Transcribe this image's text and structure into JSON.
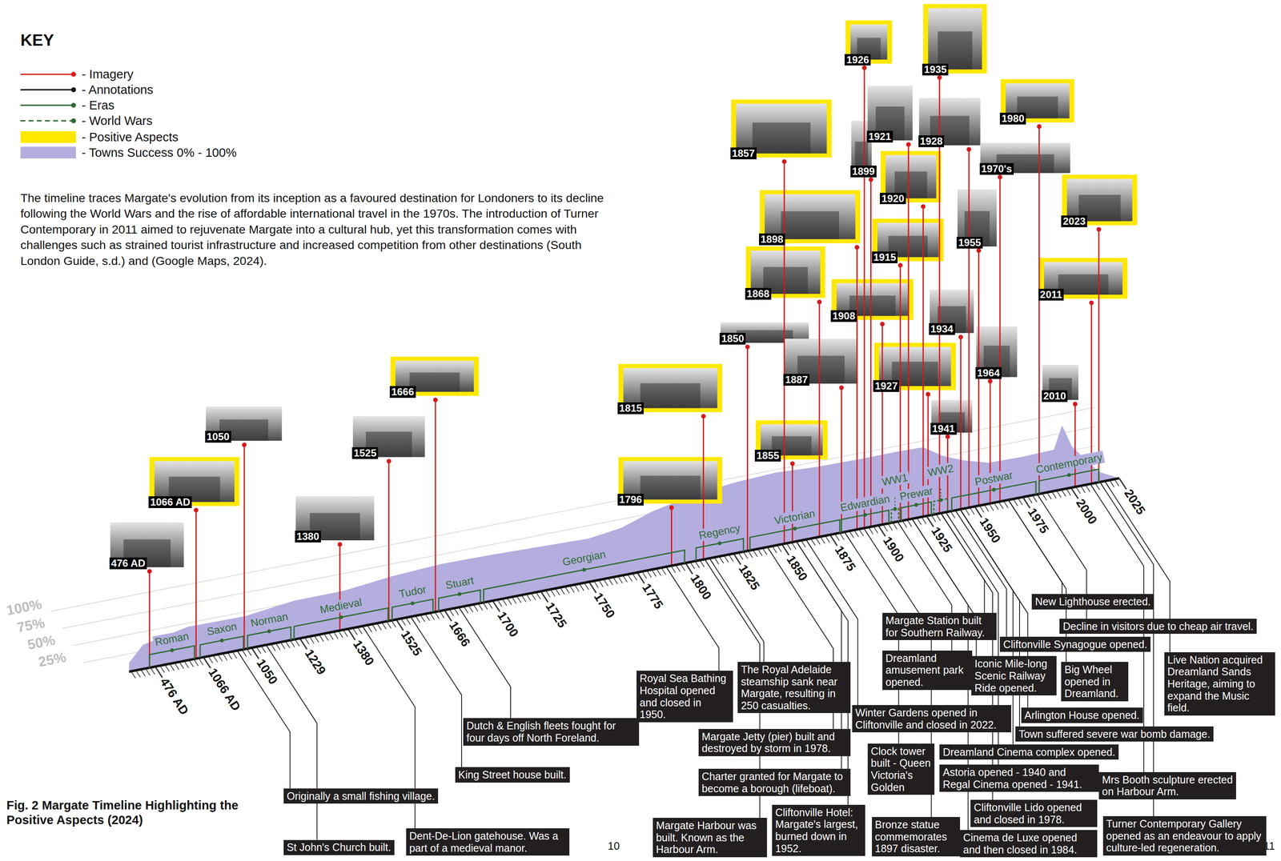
{
  "diagram": {
    "caption": "Fig. 2 Margate Timeline Highlighting the Positive Aspects (2024)",
    "nodes": [
      {
        "text": [
          "Originally a small fishing village."
        ]
      },
      {
        "text": [
          "St John's Church built."
        ]
      },
      {
        "text": [
          "Dent-De-Lion gatehouse. Was a part of a medieval manor."
        ]
      },
      {
        "text": [
          "King Street house built."
        ]
      },
      {
        "text": [
          "Dutch & English fleets fought for four days off North Foreland."
        ]
      },
      {
        "text": [
          "Royal Sea Bathing Hospital opened and closed in 1950."
        ]
      },
      {
        "text": [
          "The Royal Adelaide steamship sank near Margate, resulting in 250 casualties."
        ]
      },
      {
        "text": [
          "Margate Jetty (pier) built and destroyed by storm in 1978."
        ]
      },
      {
        "text": [
          "Charter granted for Margate to become a borough (lifeboat)."
        ]
      },
      {
        "text": [
          "Margate Harbour was built. Known as the Harbour Arm."
        ]
      },
      {
        "text": [
          "Cliftonville Hotel: Margate's largest, burned down in 1952."
        ]
      },
      {
        "text": [
          "Winter Gardens opened in Cliftonville and closed in 2022."
        ]
      },
      {
        "text": [
          "Clock tower built - Queen Victoria's Golden"
        ]
      },
      {
        "text": [
          "Bronze statue commemorates 1897 disaster."
        ]
      },
      {
        "text": [
          "Margate Station built for Southern Railway."
        ]
      },
      {
        "text": [
          "Dreamland amusement park opened."
        ]
      },
      {
        "text": [
          "Iconic Mile-long Scenic Railway Ride opened."
        ]
      },
      {
        "text": [
          "Big Wheel opened in Dreamland."
        ]
      },
      {
        "text": [
          "New Lighthouse erected."
        ]
      },
      {
        "text": [
          "Decline in visitors due to cheap air travel."
        ]
      },
      {
        "text": [
          "Cliftonville Synagogue opened."
        ]
      },
      {
        "text": [
          "Arlington House opened."
        ]
      },
      {
        "text": [
          "Town suffered severe war bomb damage."
        ]
      },
      {
        "text": [
          "Dreamland Cinema complex opened."
        ]
      },
      {
        "text": [
          "Astoria opened - 1940 and Regal Cinema opened - 1941."
        ]
      },
      {
        "text": [
          "Cliftonville Lido opened and closed in 1978."
        ]
      },
      {
        "text": [
          "Cinema de Luxe opened and then closed in 1984."
        ]
      },
      {
        "text": [
          "Live Nation acquired Dreamland Sands Heritage, aiming to expand the Music field."
        ]
      },
      {
        "text": [
          "Mrs Booth sculpture erected on Harbour Arm."
        ]
      },
      {
        "text": [
          "Turner Contemporary Gallery opened as an endeavour to apply culture-led regeneration."
        ]
      }
    ],
    "labels": [
      "KEY",
      "The timeline traces Margate's evolution from its inception as a favoured destination for Londoners to its decline following the World Wars and the rise of affordable international travel in the 1970s. The introduction of Turner Contemporary in 2011 aimed to rejuvenate Margate into a cultural hub, yet this transformation comes with challenges such as strained tourist infrastructure and increased competition from other destinations (South London Guide, s.d.) and (Google Maps, 2024).",
      "100%",
      "75%",
      "50%",
      "25%",
      "Roman",
      "Saxon",
      "Norman",
      "Medieval",
      "Tudor",
      "Stuart",
      "Georgian",
      "Regency",
      "Victorian",
      "Edwardian",
      "WW1",
      "Prewar",
      "WW2",
      "Postwar",
      "Contemporary",
      "476 AD",
      "1066 AD",
      "1050",
      "1229",
      "1380",
      "1525",
      "1666",
      "1700",
      "1725",
      "1750",
      "1775",
      "1800",
      "1825",
      "1850",
      "1875",
      "1900",
      "1925",
      "1950",
      "1975",
      "2000",
      "2025",
      "476 AD",
      "1066 AD",
      "1050",
      "1380",
      "1525",
      "1666",
      "1796",
      "1815",
      "1850",
      "1855",
      "1857",
      "1868",
      "1887",
      "1898",
      "1899",
      "1908",
      "1915",
      "1920",
      "1921",
      "1926",
      "1927",
      "1928",
      "1934",
      "1935",
      "1941",
      "1955",
      "1964",
      "1970's",
      "1980",
      "2010",
      "2011",
      "2023",
      "10",
      "11"
    ],
    "legend": [
      {
        "text": "- Imagery"
      },
      {
        "text": "- Annotations"
      },
      {
        "text": "- Eras"
      },
      {
        "text": "- World Wars"
      },
      {
        "text": "- Positive Aspects",
        "color": "#ffe800"
      },
      {
        "text": "- Towns Success 0% - 100%",
        "color": "#b3aede"
      }
    ]
  }
}
